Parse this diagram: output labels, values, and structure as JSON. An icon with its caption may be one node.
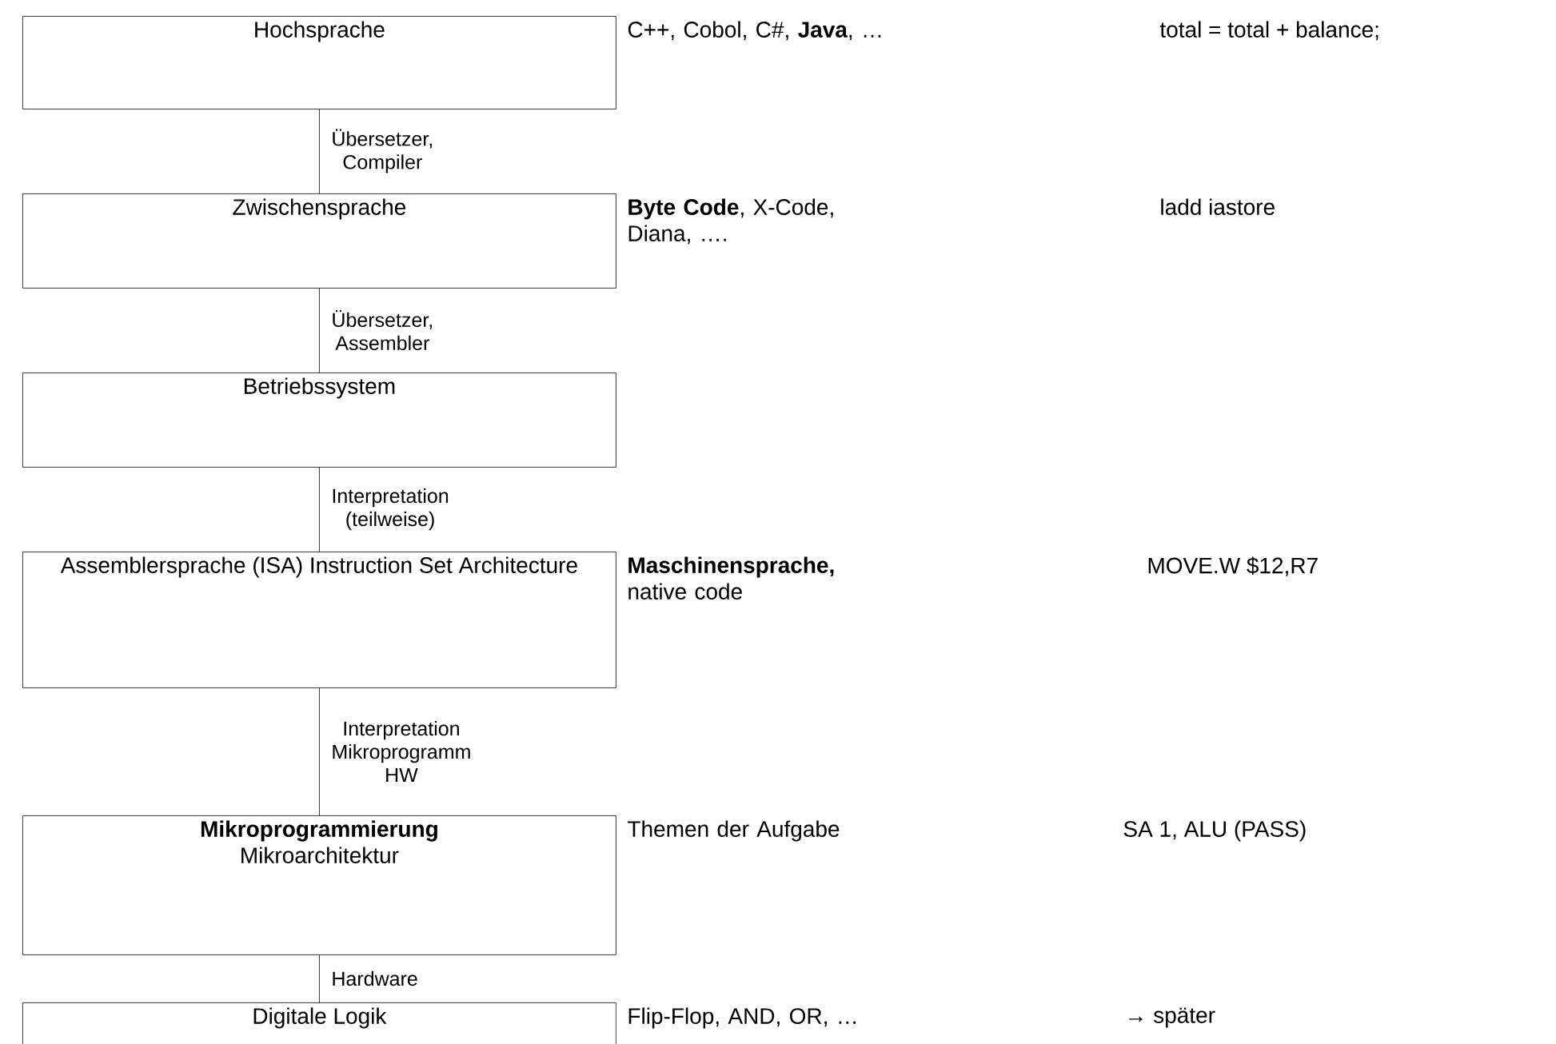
{
  "diagram": {
    "nodes": [
      {
        "text": [
          "Hochsprache"
        ],
        "beside": [
          "C++, Cobol, C#, **Java**, …"
        ]
      },
      {
        "text": [
          "Zwischensprache"
        ],
        "beside": [
          "**Byte Code**, X-Code, Diana, …."
        ]
      },
      {
        "text": [
          "Betriebssystem"
        ]
      },
      {
        "text": [
          "Assemblersprache (ISA) Instruction Set Architecture"
        ],
        "beside": [
          "**Maschinensprache,** native code"
        ]
      },
      {
        "text": [
          "Mikroprogrammierung",
          "Mikroarchitektur"
        ],
        "beside": [
          "Themen der Aufgabe"
        ]
      },
      {
        "text": [
          "Digitale Logik"
        ],
        "beside": [
          "Flip-Flop, AND, OR, …"
        ]
      }
    ],
    "labels": [
      "total = total + balance;",
      "ladd  iastore",
      "MOVE.W $12,R7",
      "SA 1,   ALU (PASS)",
      "→ später"
    ],
    "edges": [
      {
        "from": 0,
        "to": 1,
        "arrow": "none",
        "label": "Übersetzer, Compiler"
      },
      {
        "from": 1,
        "to": 2,
        "arrow": "none",
        "label": "Übersetzer, Assembler"
      },
      {
        "from": 2,
        "to": 3,
        "arrow": "none",
        "label": "Interpretation (teilweise)"
      },
      {
        "from": 3,
        "to": 4,
        "arrow": "none",
        "label": "Interpretation Mikroprogramm HW"
      },
      {
        "from": 4,
        "to": 5,
        "arrow": "none",
        "label": "Hardware"
      }
    ]
  }
}
